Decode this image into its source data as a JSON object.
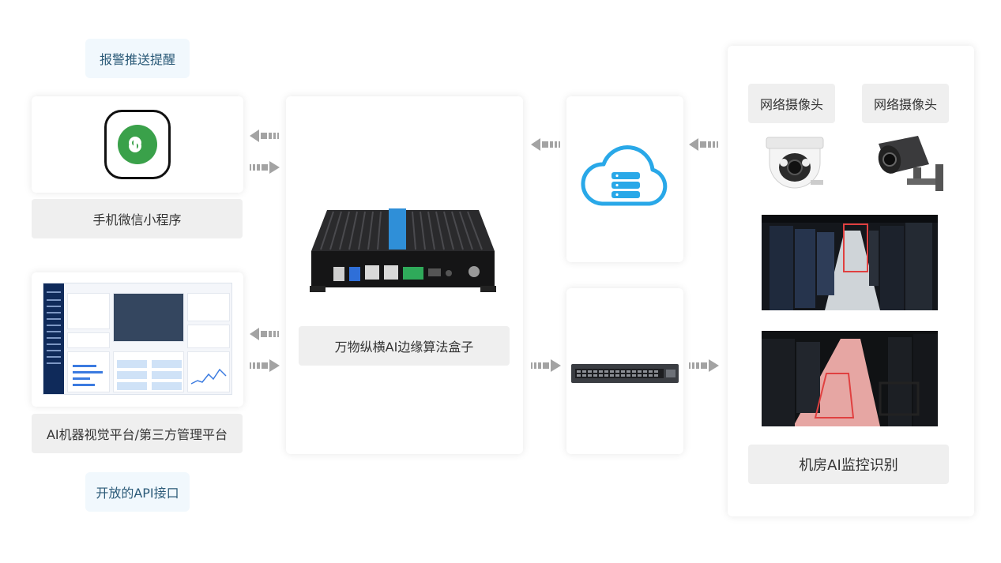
{
  "left": {
    "top_tag": "报警推送提醒",
    "wechat_label": "手机微信小程序",
    "platform_label": "AI机器视觉平台/第三方管理平台",
    "bottom_tag": "开放的API接口"
  },
  "center": {
    "device_label": "万物纵横AI边缘算法盒子"
  },
  "right": {
    "camera_1_label": "网络摄像头",
    "camera_2_label": "网络摄像头",
    "scene_label": "机房AI监控识别"
  },
  "colors": {
    "tag_bg": "#f1f8fd",
    "label_bg": "#efefef",
    "arrow": "#a3a3a3",
    "cloud": "#29a8e8",
    "wechat_green": "#3aa14a"
  }
}
